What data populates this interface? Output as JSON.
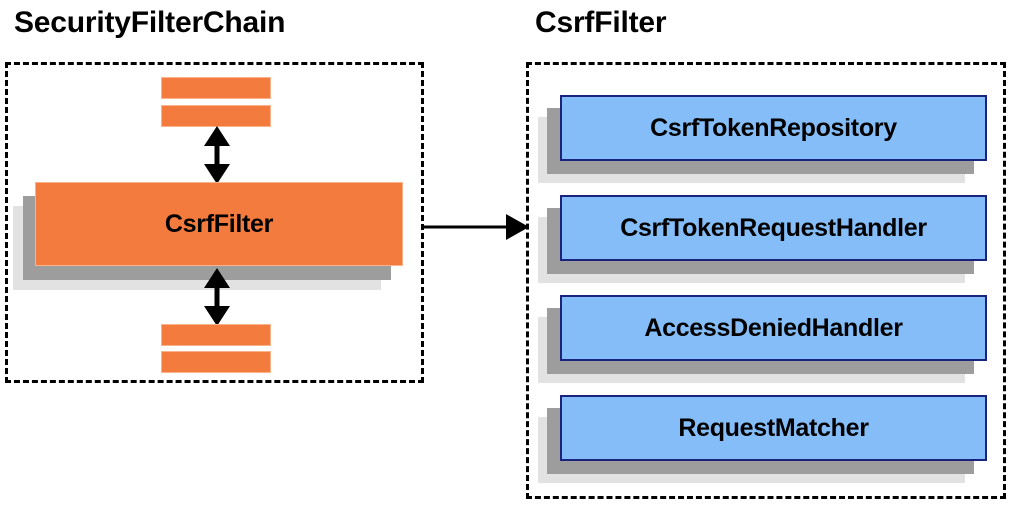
{
  "diagram": {
    "title_left": "SecurityFilterChain",
    "title_right": "CsrfFilter",
    "left_panel": {
      "main_node_label": "CsrfFilter",
      "bars_above_count": 2,
      "bars_below_count": 2,
      "arrow_up_label": "",
      "arrow_down_label": ""
    },
    "right_panel": {
      "nodes": [
        {
          "label": "CsrfTokenRepository"
        },
        {
          "label": "CsrfTokenRequestHandler"
        },
        {
          "label": "AccessDeniedHandler"
        },
        {
          "label": "RequestMatcher"
        }
      ]
    },
    "connector": {
      "from": "SecurityFilterChain",
      "to": "CsrfFilter",
      "direction": "right"
    },
    "colors": {
      "orange_fill": "#f47b3e",
      "orange_border": "#f9b38a",
      "blue_fill": "#84bdf7",
      "blue_border": "#1a237e",
      "shadow_back": "#e2e2e2",
      "shadow_mid": "#9d9d9d",
      "stroke": "#000000",
      "background": "#ffffff"
    }
  }
}
